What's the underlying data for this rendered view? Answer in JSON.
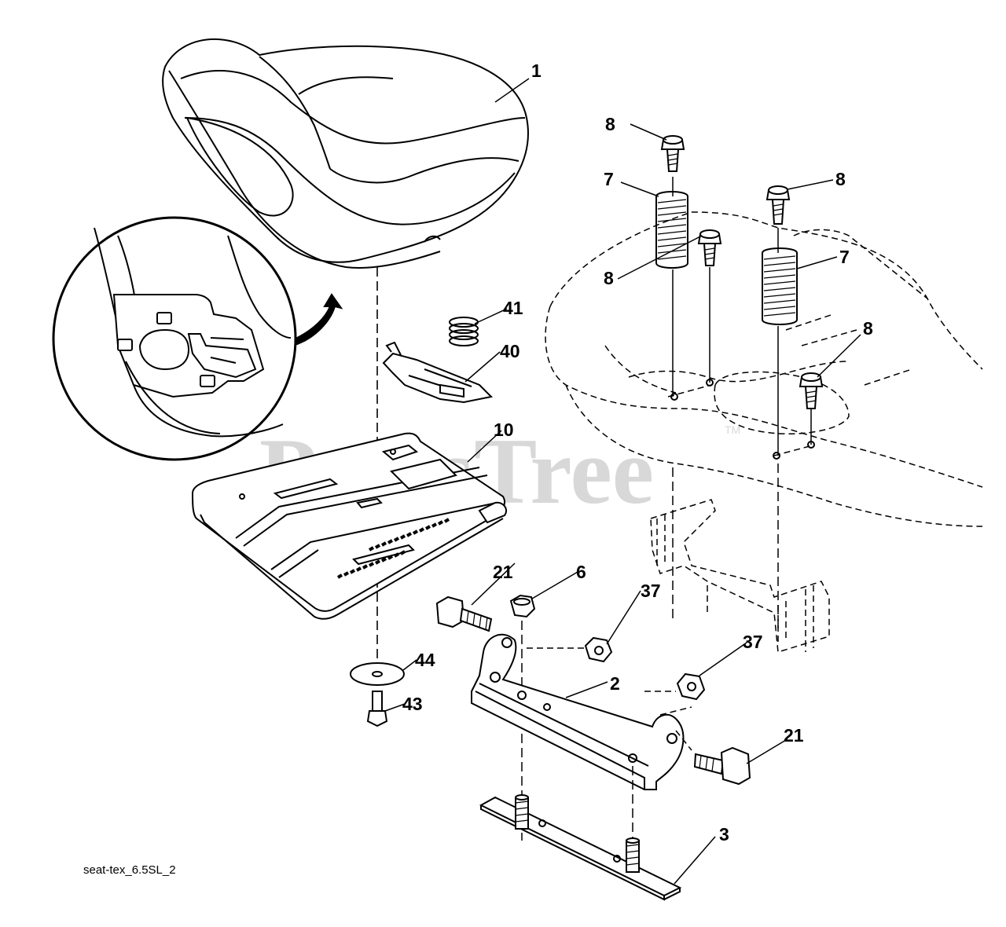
{
  "watermark": {
    "text": "PartsTree",
    "trademark": "TM"
  },
  "footer": {
    "drawing_id": "seat-tex_6.5SL_2"
  },
  "callouts": [
    {
      "id": "c1",
      "label": "1"
    },
    {
      "id": "c8a",
      "label": "8"
    },
    {
      "id": "c8b",
      "label": "8"
    },
    {
      "id": "c7a",
      "label": "7"
    },
    {
      "id": "c7b",
      "label": "7"
    },
    {
      "id": "c8c",
      "label": "8"
    },
    {
      "id": "c8d",
      "label": "8"
    },
    {
      "id": "c41",
      "label": "41"
    },
    {
      "id": "c40",
      "label": "40"
    },
    {
      "id": "c10",
      "label": "10"
    },
    {
      "id": "c21a",
      "label": "21"
    },
    {
      "id": "c6",
      "label": "6"
    },
    {
      "id": "c37a",
      "label": "37"
    },
    {
      "id": "c37b",
      "label": "37"
    },
    {
      "id": "c44",
      "label": "44"
    },
    {
      "id": "c43",
      "label": "43"
    },
    {
      "id": "c2",
      "label": "2"
    },
    {
      "id": "c21b",
      "label": "21"
    },
    {
      "id": "c3",
      "label": "3"
    }
  ]
}
